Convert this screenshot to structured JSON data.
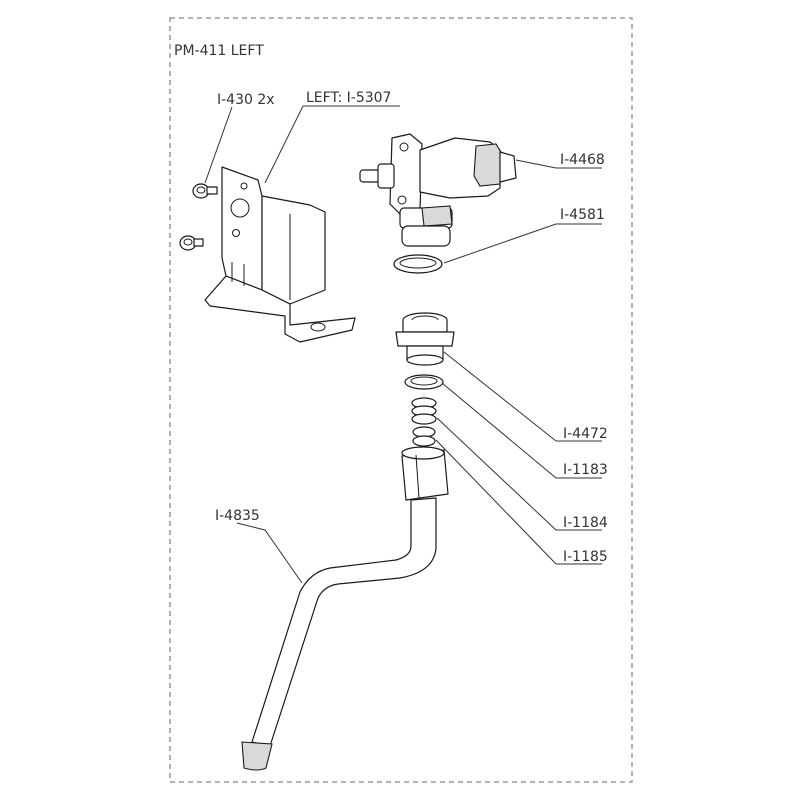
{
  "title": "PM-411 LEFT",
  "colors": {
    "line": "#1a1a1a",
    "text": "#333333",
    "frame": "#888888",
    "shade": "#d9d9d9"
  },
  "parts": [
    {
      "id": "I-430 2x"
    },
    {
      "id": "LEFT: I-5307"
    },
    {
      "id": "I-4468"
    },
    {
      "id": "I-4581"
    },
    {
      "id": "I-4472"
    },
    {
      "id": "I-1183"
    },
    {
      "id": "I-1184"
    },
    {
      "id": "I-1185"
    },
    {
      "id": "I-4835"
    }
  ]
}
